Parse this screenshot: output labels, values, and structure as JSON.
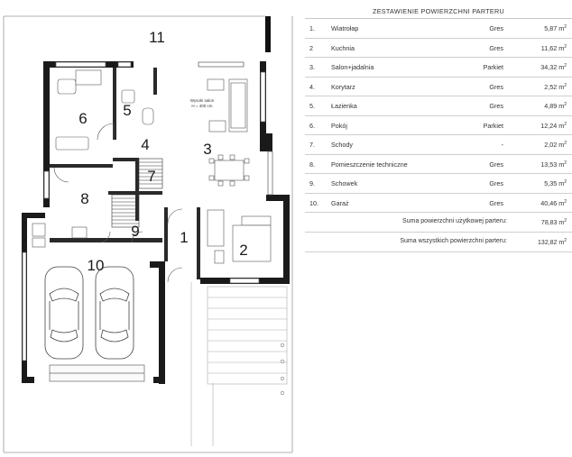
{
  "plan": {
    "room_numbers": [
      "11",
      "6",
      "5",
      "4",
      "3",
      "7",
      "8",
      "9",
      "1",
      "2",
      "10"
    ],
    "living_note": [
      "Wysoki salon",
      "H = 400 cm"
    ]
  },
  "schedule": {
    "title": "ZESTAWIENIE POWIERZCHNI PARTERU",
    "rows": [
      {
        "no": "1.",
        "name": "Wiatrołap",
        "material": "Gres",
        "area": "5,87 m",
        "unit_sup": "2"
      },
      {
        "no": "2",
        "name": "Kuchnia",
        "material": "Gres",
        "area": "11,62 m",
        "unit_sup": "2"
      },
      {
        "no": "3.",
        "name": "Salon+jadalnia",
        "material": "Parkiet",
        "area": "34,32 m",
        "unit_sup": "2"
      },
      {
        "no": "4.",
        "name": "Korytarz",
        "material": "Gres",
        "area": "2,52 m",
        "unit_sup": "2"
      },
      {
        "no": "5.",
        "name": "Łazienka",
        "material": "Gres",
        "area": "4,89 m",
        "unit_sup": "2"
      },
      {
        "no": "6.",
        "name": "Pokój",
        "material": "Parkiet",
        "area": "12,24 m",
        "unit_sup": "2"
      },
      {
        "no": "7.",
        "name": "Schody",
        "material": "-",
        "area": "2,02 m",
        "unit_sup": "2"
      },
      {
        "no": "8.",
        "name": "Pomieszczenie techniczne",
        "material": "Gres",
        "area": "13,53 m",
        "unit_sup": "2"
      },
      {
        "no": "9.",
        "name": "Schowek",
        "material": "Gres",
        "area": "5,35 m",
        "unit_sup": "2"
      },
      {
        "no": "10.",
        "name": "Garaż",
        "material": "Gres",
        "area": "40,46 m",
        "unit_sup": "2"
      }
    ],
    "sums": [
      {
        "label": "Suma powierzchni użytkowej parteru:",
        "value": "78,83 m",
        "unit_sup": "2"
      },
      {
        "label": "Suma wszystkich powierzchni parteru:",
        "value": "132,82 m",
        "unit_sup": "2"
      }
    ]
  }
}
